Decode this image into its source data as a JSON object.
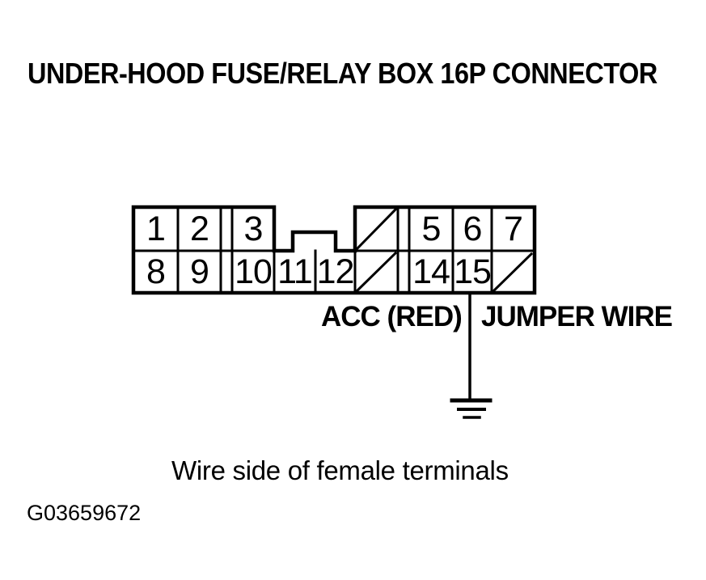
{
  "figure": {
    "title": "UNDER-HOOD FUSE/RELAY BOX 16P CONNECTOR",
    "caption": "Wire side of female terminals",
    "figure_id": "G03659672"
  },
  "connector": {
    "description": "16P connector, two rows, viewed from wire side of female terminals",
    "top_row": [
      "1",
      "2",
      "3",
      "5",
      "6",
      "7"
    ],
    "bottom_row": [
      "8",
      "9",
      "10",
      "11",
      "12",
      "14",
      "15"
    ],
    "empty_slash_positions": [
      "4",
      "13",
      "16"
    ],
    "acc_label": "ACC (RED)",
    "jumper_label": "JUMPER WIRE",
    "icons": {
      "empty_position": "diagonal-slash",
      "ground": "chassis-ground-symbol"
    }
  },
  "colors": {
    "ink": "#000000",
    "paper": "#ffffff"
  }
}
